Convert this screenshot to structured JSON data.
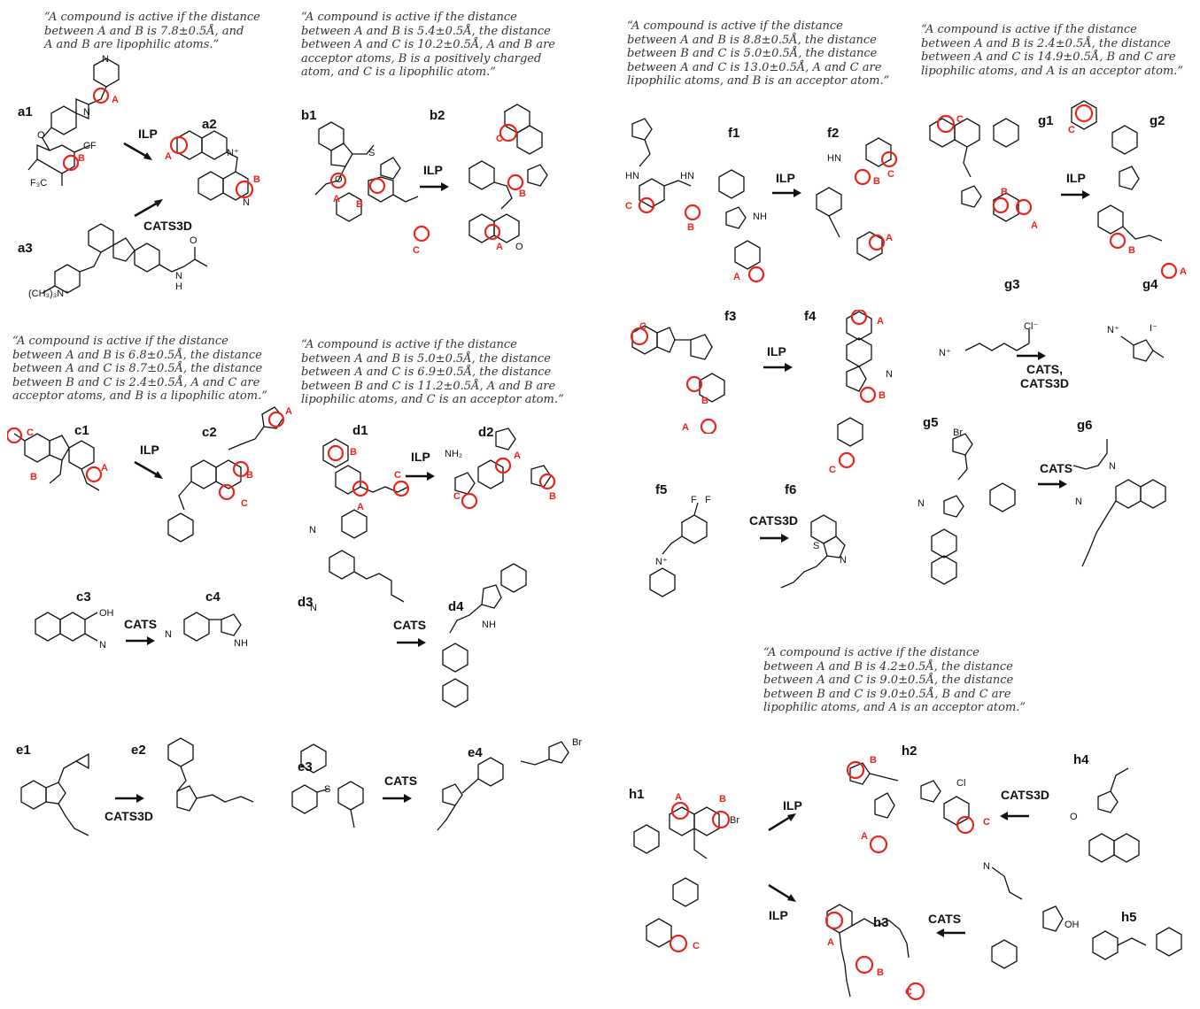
{
  "rules": {
    "a": "“A compound is active if the distance\nbetween A and B is 7.8±0.5Å, and\nA and B are lipophilic atoms.”",
    "b": "“A compound is active if the distance\nbetween A and B is 5.4±0.5Å, the distance\nbetween A and C is 10.2±0.5Å, A and B are\nacceptor atoms, B is a positively charged\natom, and C is a lipophilic atom.”",
    "c": "“A compound is active if the distance\nbetween A and B is 6.8±0.5Å, the distance\nbetween A and C is 8.7±0.5Å, the distance\nbetween B and C is 2.4±0.5Å, A and C are\nacceptor atoms, and B is a lipophilic atom.”",
    "d": "“A compound is active if the distance\nbetween A and B is 5.0±0.5Å, the distance\nbetween A and C is 6.9±0.5Å, the distance\nbetween B and C is 11.2±0.5Å, A and B are\nlipophilic atoms, and C is an acceptor atom.”",
    "f": "“A compound is active if the distance\nbetween A and B is 8.8±0.5Å, the distance\nbetween B and C is 5.0±0.5Å, the distance\nbetween A and C is 13.0±0.5Å, A and C are\nlipophilic atoms, and B is an acceptor atom.”",
    "g": "“A compound is active if the distance\nbetween A and B is 2.4±0.5Å, the distance\nbetween A and C is 14.9±0.5Å, B and C are\nlipophilic atoms, and A is an acceptor atom.”",
    "h": "“A compound is active if the distance\nbetween A and B is 4.2±0.5Å, the distance\nbetween A and C is 9.0±0.5Å, the distance\nbetween B and C is 9.0±0.5Å, B and C are\nlipophilic atoms, and A is an acceptor atom.”"
  },
  "labels": {
    "a1": "a1",
    "a2": "a2",
    "a3": "a3",
    "b1": "b1",
    "b2": "b2",
    "c1": "c1",
    "c2": "c2",
    "c3": "c3",
    "c4": "c4",
    "d1": "d1",
    "d2": "d2",
    "d3": "d3",
    "d4": "d4",
    "e1": "e1",
    "e2": "e2",
    "e3": "e3",
    "e4": "e4",
    "f1": "f1",
    "f2": "f2",
    "f3": "f3",
    "f4": "f4",
    "f5": "f5",
    "f6": "f6",
    "g1": "g1",
    "g2": "g2",
    "g3": "g3",
    "g4": "g4",
    "g5": "g5",
    "g6": "g6",
    "h1": "h1",
    "h2": "h2",
    "h3": "h3",
    "h4": "h4",
    "h5": "h5"
  },
  "methods": {
    "ilp": "ILP",
    "cats": "CATS",
    "cats3d": "CATS3D",
    "cats_cats3d": "CATS,\nCATS3D"
  },
  "atom_tags": {
    "A": "A",
    "B": "B",
    "C": "C"
  },
  "colors": {
    "highlight": "#e8241c",
    "ink": "#111111",
    "rule_text": "#333333"
  }
}
